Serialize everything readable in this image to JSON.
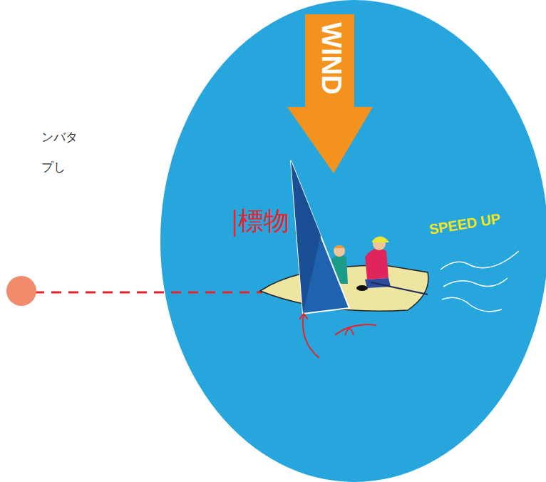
{
  "diagram": {
    "labels": [
      "ンバタ",
      "プし",
      "標物",
      "WIND",
      "SPEED UP"
    ]
  }
}
